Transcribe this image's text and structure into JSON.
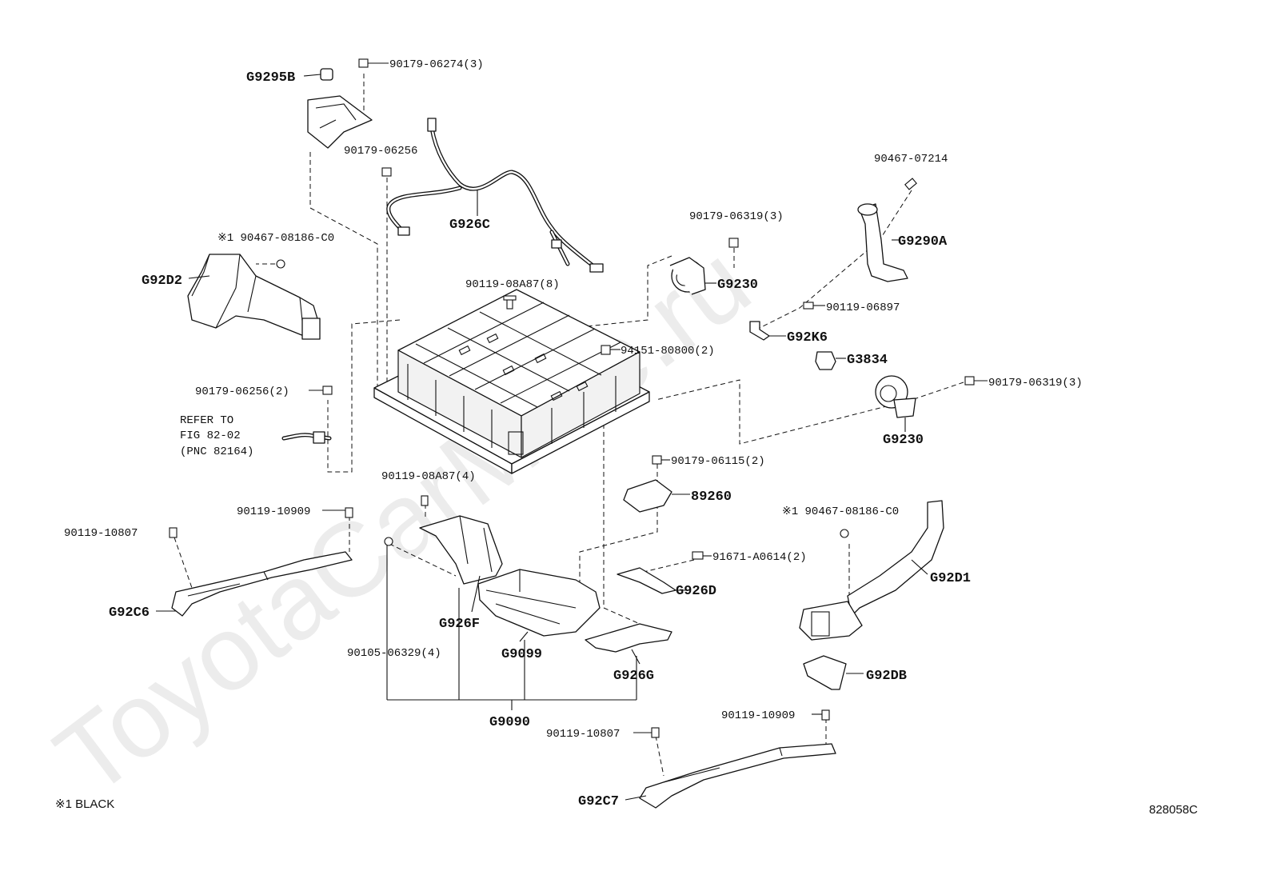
{
  "watermark": "ToyotaCarMine.ru",
  "footnote": "※1 BLACK",
  "figure_number": "828058C",
  "reference_note": [
    "REFER TO",
    "FIG 82-02",
    "(PNC 82164)"
  ],
  "part_numbers": {
    "p_90179_06274": "90179-06274(3)",
    "p_90179_06256": "90179-06256",
    "p_90467_08186_top": "※1 90467-08186-C0",
    "p_90119_08A87_8": "90119-08A87(8)",
    "p_90179_06319_top": "90179-06319(3)",
    "p_90467_07214": "90467-07214",
    "p_90119_06897": "90119-06897",
    "p_94151_80800": "94151-80800(2)",
    "p_90179_06256_2": "90179-06256(2)",
    "p_90179_06319_right": "90179-06319(3)",
    "p_90179_06115": "90179-06115(2)",
    "p_90119_08A87_4": "90119-08A87(4)",
    "p_90119_10909_left": "90119-10909",
    "p_90119_10807_left": "90119-10807",
    "p_90467_08186_right": "※1 90467-08186-C0",
    "p_91671_A0614": "91671-A0614(2)",
    "p_90105_06329": "90105-06329(4)",
    "p_90119_10909_bottom": "90119-10909",
    "p_90119_10807_bottom": "90119-10807"
  },
  "callouts": {
    "G9295B": "G9295B",
    "G926C": "G926C",
    "G92D2": "G92D2",
    "G9230_top": "G9230",
    "G9290A": "G9290A",
    "G92K6": "G92K6",
    "G3834": "G3834",
    "G9230_right": "G9230",
    "89260": "89260",
    "G926D": "G926D",
    "G92D1": "G92D1",
    "G92C6": "G92C6",
    "G926F": "G926F",
    "G9099": "G9099",
    "G926G": "G926G",
    "G92DB": "G92DB",
    "G9090": "G9090",
    "G92C7": "G92C7"
  }
}
